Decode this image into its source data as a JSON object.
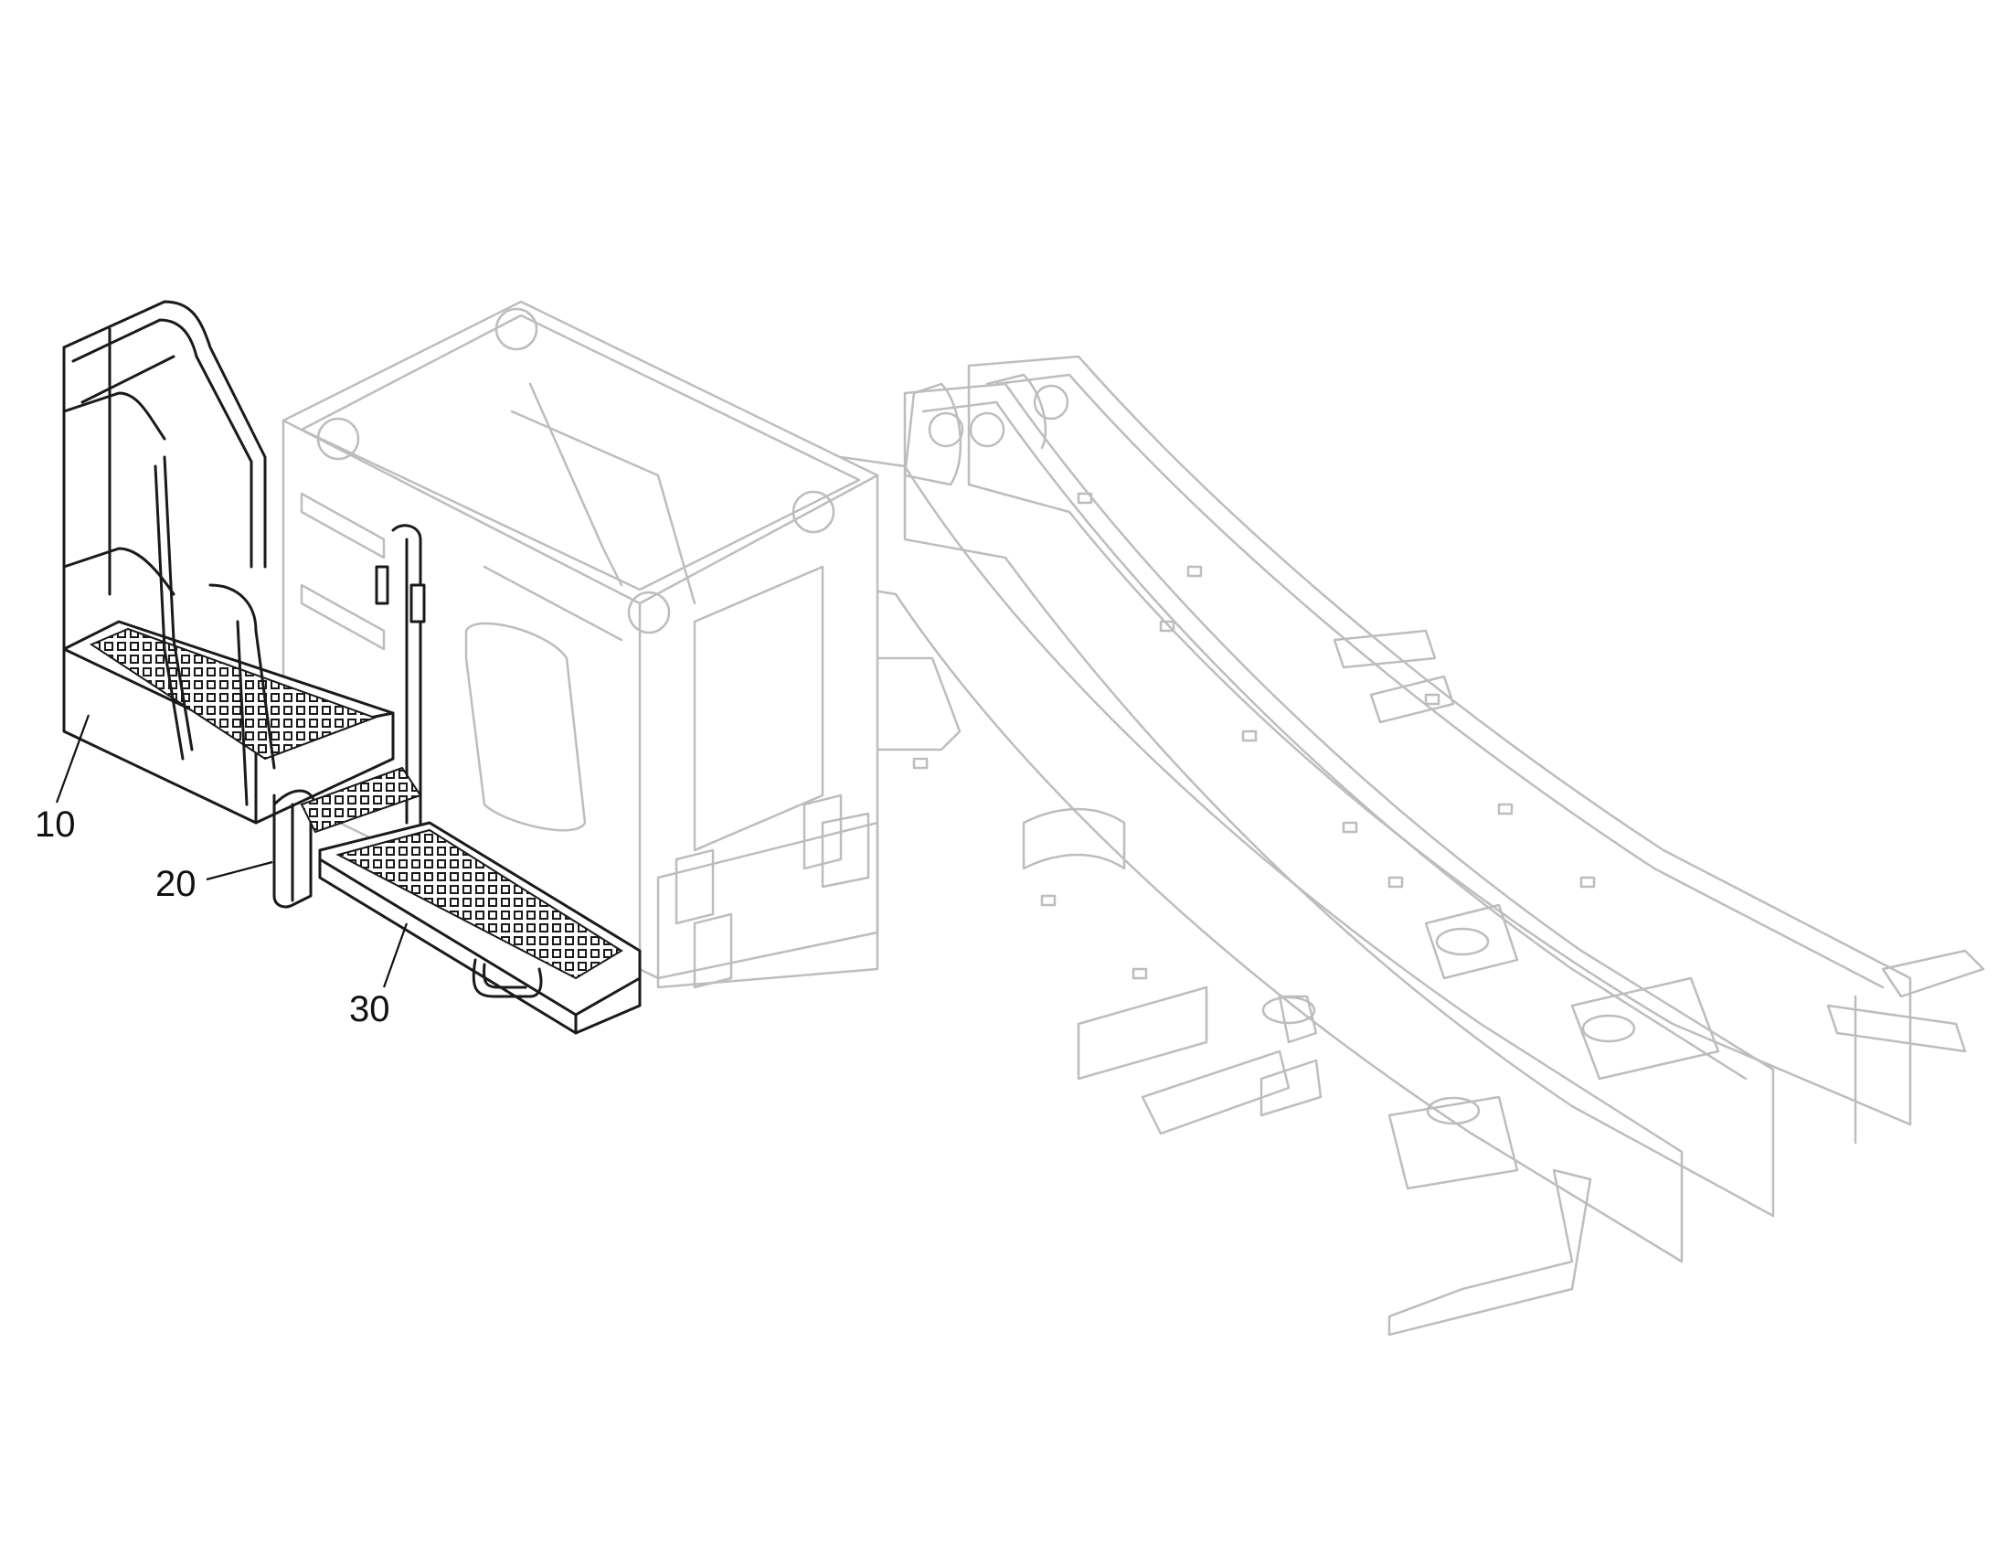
{
  "callouts": [
    {
      "id": "platform",
      "label": "10"
    },
    {
      "id": "ladder",
      "label": "20"
    },
    {
      "id": "step",
      "label": "30"
    }
  ],
  "colors": {
    "highlight_stroke": "#1a1a1a",
    "context_stroke": "#bdbdbd",
    "background": "#ffffff"
  }
}
